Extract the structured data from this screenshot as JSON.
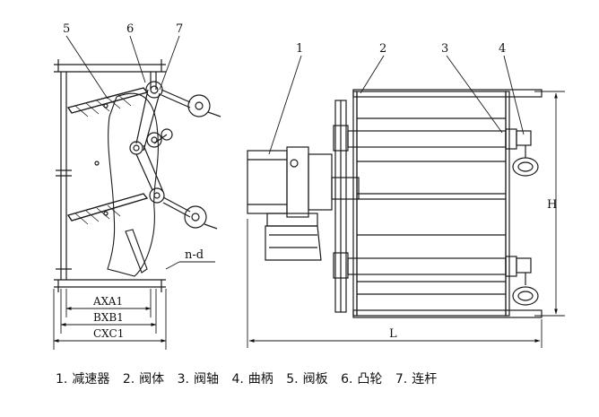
{
  "left_view": {
    "callouts": [
      "5",
      "6",
      "7"
    ],
    "hole_label": "n-d",
    "dims": [
      "AXA1",
      "BXB1",
      "CXC1"
    ]
  },
  "right_view": {
    "callouts": [
      "1",
      "2",
      "3",
      "4"
    ],
    "dim_height": "H",
    "dim_length": "L"
  },
  "legend": [
    {
      "num": "1.",
      "name": "减速器"
    },
    {
      "num": "2.",
      "name": "阀体"
    },
    {
      "num": "3.",
      "name": "阀轴"
    },
    {
      "num": "4.",
      "name": "曲柄"
    },
    {
      "num": "5.",
      "name": "阀板"
    },
    {
      "num": "6.",
      "name": "凸轮"
    },
    {
      "num": "7.",
      "name": "连杆"
    }
  ],
  "colors": {
    "line": "#1a1a1a",
    "background": "#ffffff"
  }
}
